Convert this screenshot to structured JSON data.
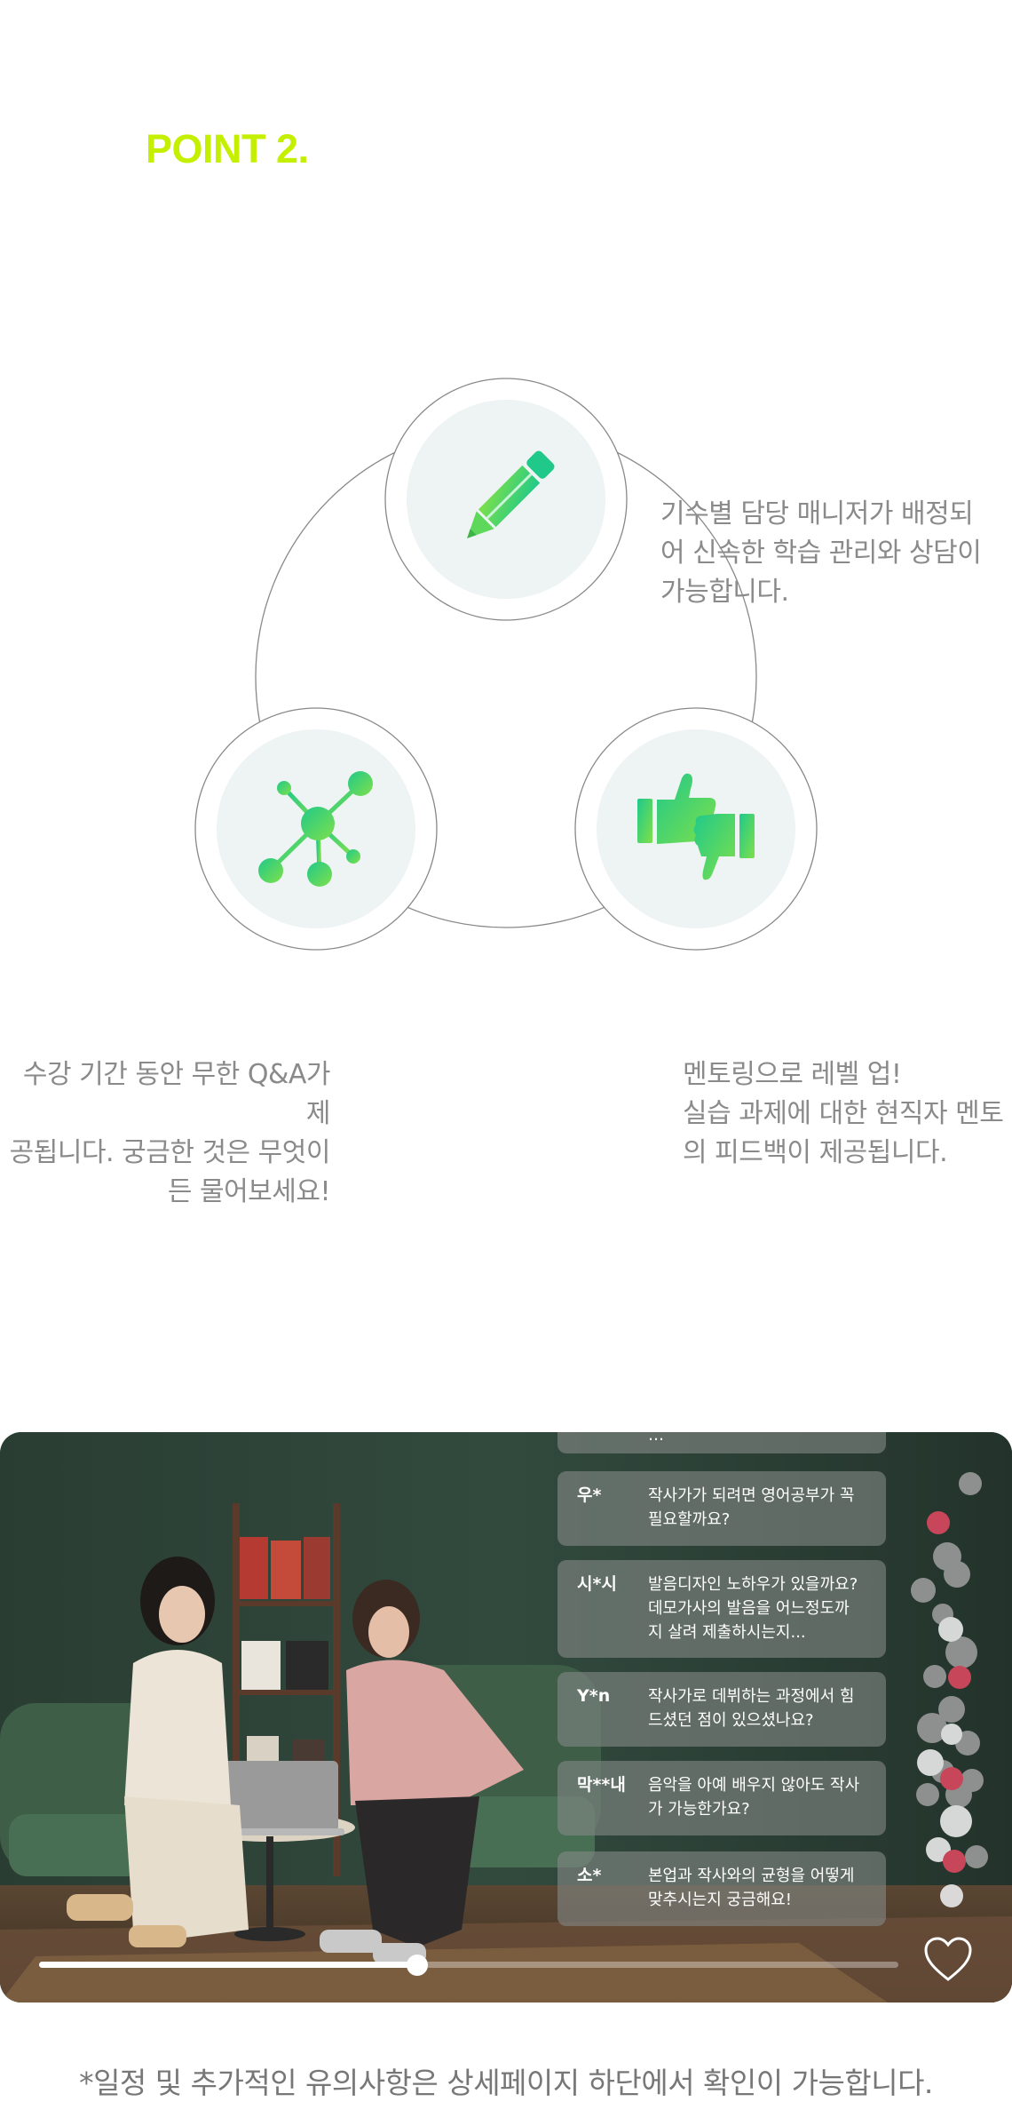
{
  "section": {
    "title": "POINT 2."
  },
  "features": [
    {
      "icon": "pencil-icon",
      "text": "기수별 담당 매니저가 배정되\n어 신속한 학습 관리와 상담이\n가능합니다."
    },
    {
      "icon": "network-icon",
      "text": "수강 기간 동안 무한 Q&A가 제\n공됩니다. 궁금한 것은 무엇이\n든 물어보세요!"
    },
    {
      "icon": "thumbs-up-down-icon",
      "text": "멘토링으로 레벨 업!\n실습 과제에 대한 현직자 멘토\n의 피드백이 제공됩니다."
    }
  ],
  "colors": {
    "accent_lime": "#c4f000",
    "icon_green": "#3cd96a",
    "circle_bg": "#eef3f3",
    "desc_text": "#8a8a8a"
  },
  "video": {
    "chat": [
      {
        "user": "",
        "text": "…"
      },
      {
        "user": "우*",
        "text": "작사가가 되려면 영어공부가 꼭\n필요할까요?"
      },
      {
        "user": "시*시",
        "text": "발음디자인 노하우가 있을까요?\n데모가사의 발음을 어느정도까\n지 살려 제출하시는지..."
      },
      {
        "user": "Y*n",
        "text": "작사가로 데뷔하는 과정에서 힘\n드셨던 점이 있으셨나요?"
      },
      {
        "user": "막**내",
        "text": "음악을 아예 배우지 않아도 작사\n가 가능한가요?"
      },
      {
        "user": "소*",
        "text": "본업과 작사와의 균형을 어떻게\n맞추시는지 궁금해요!"
      }
    ],
    "progress": 0.44,
    "like_icon": "heart-icon"
  },
  "footnote": "*일정 및 추가적인 유의사항은 상세페이지 하단에서 확인이 가능합니다."
}
